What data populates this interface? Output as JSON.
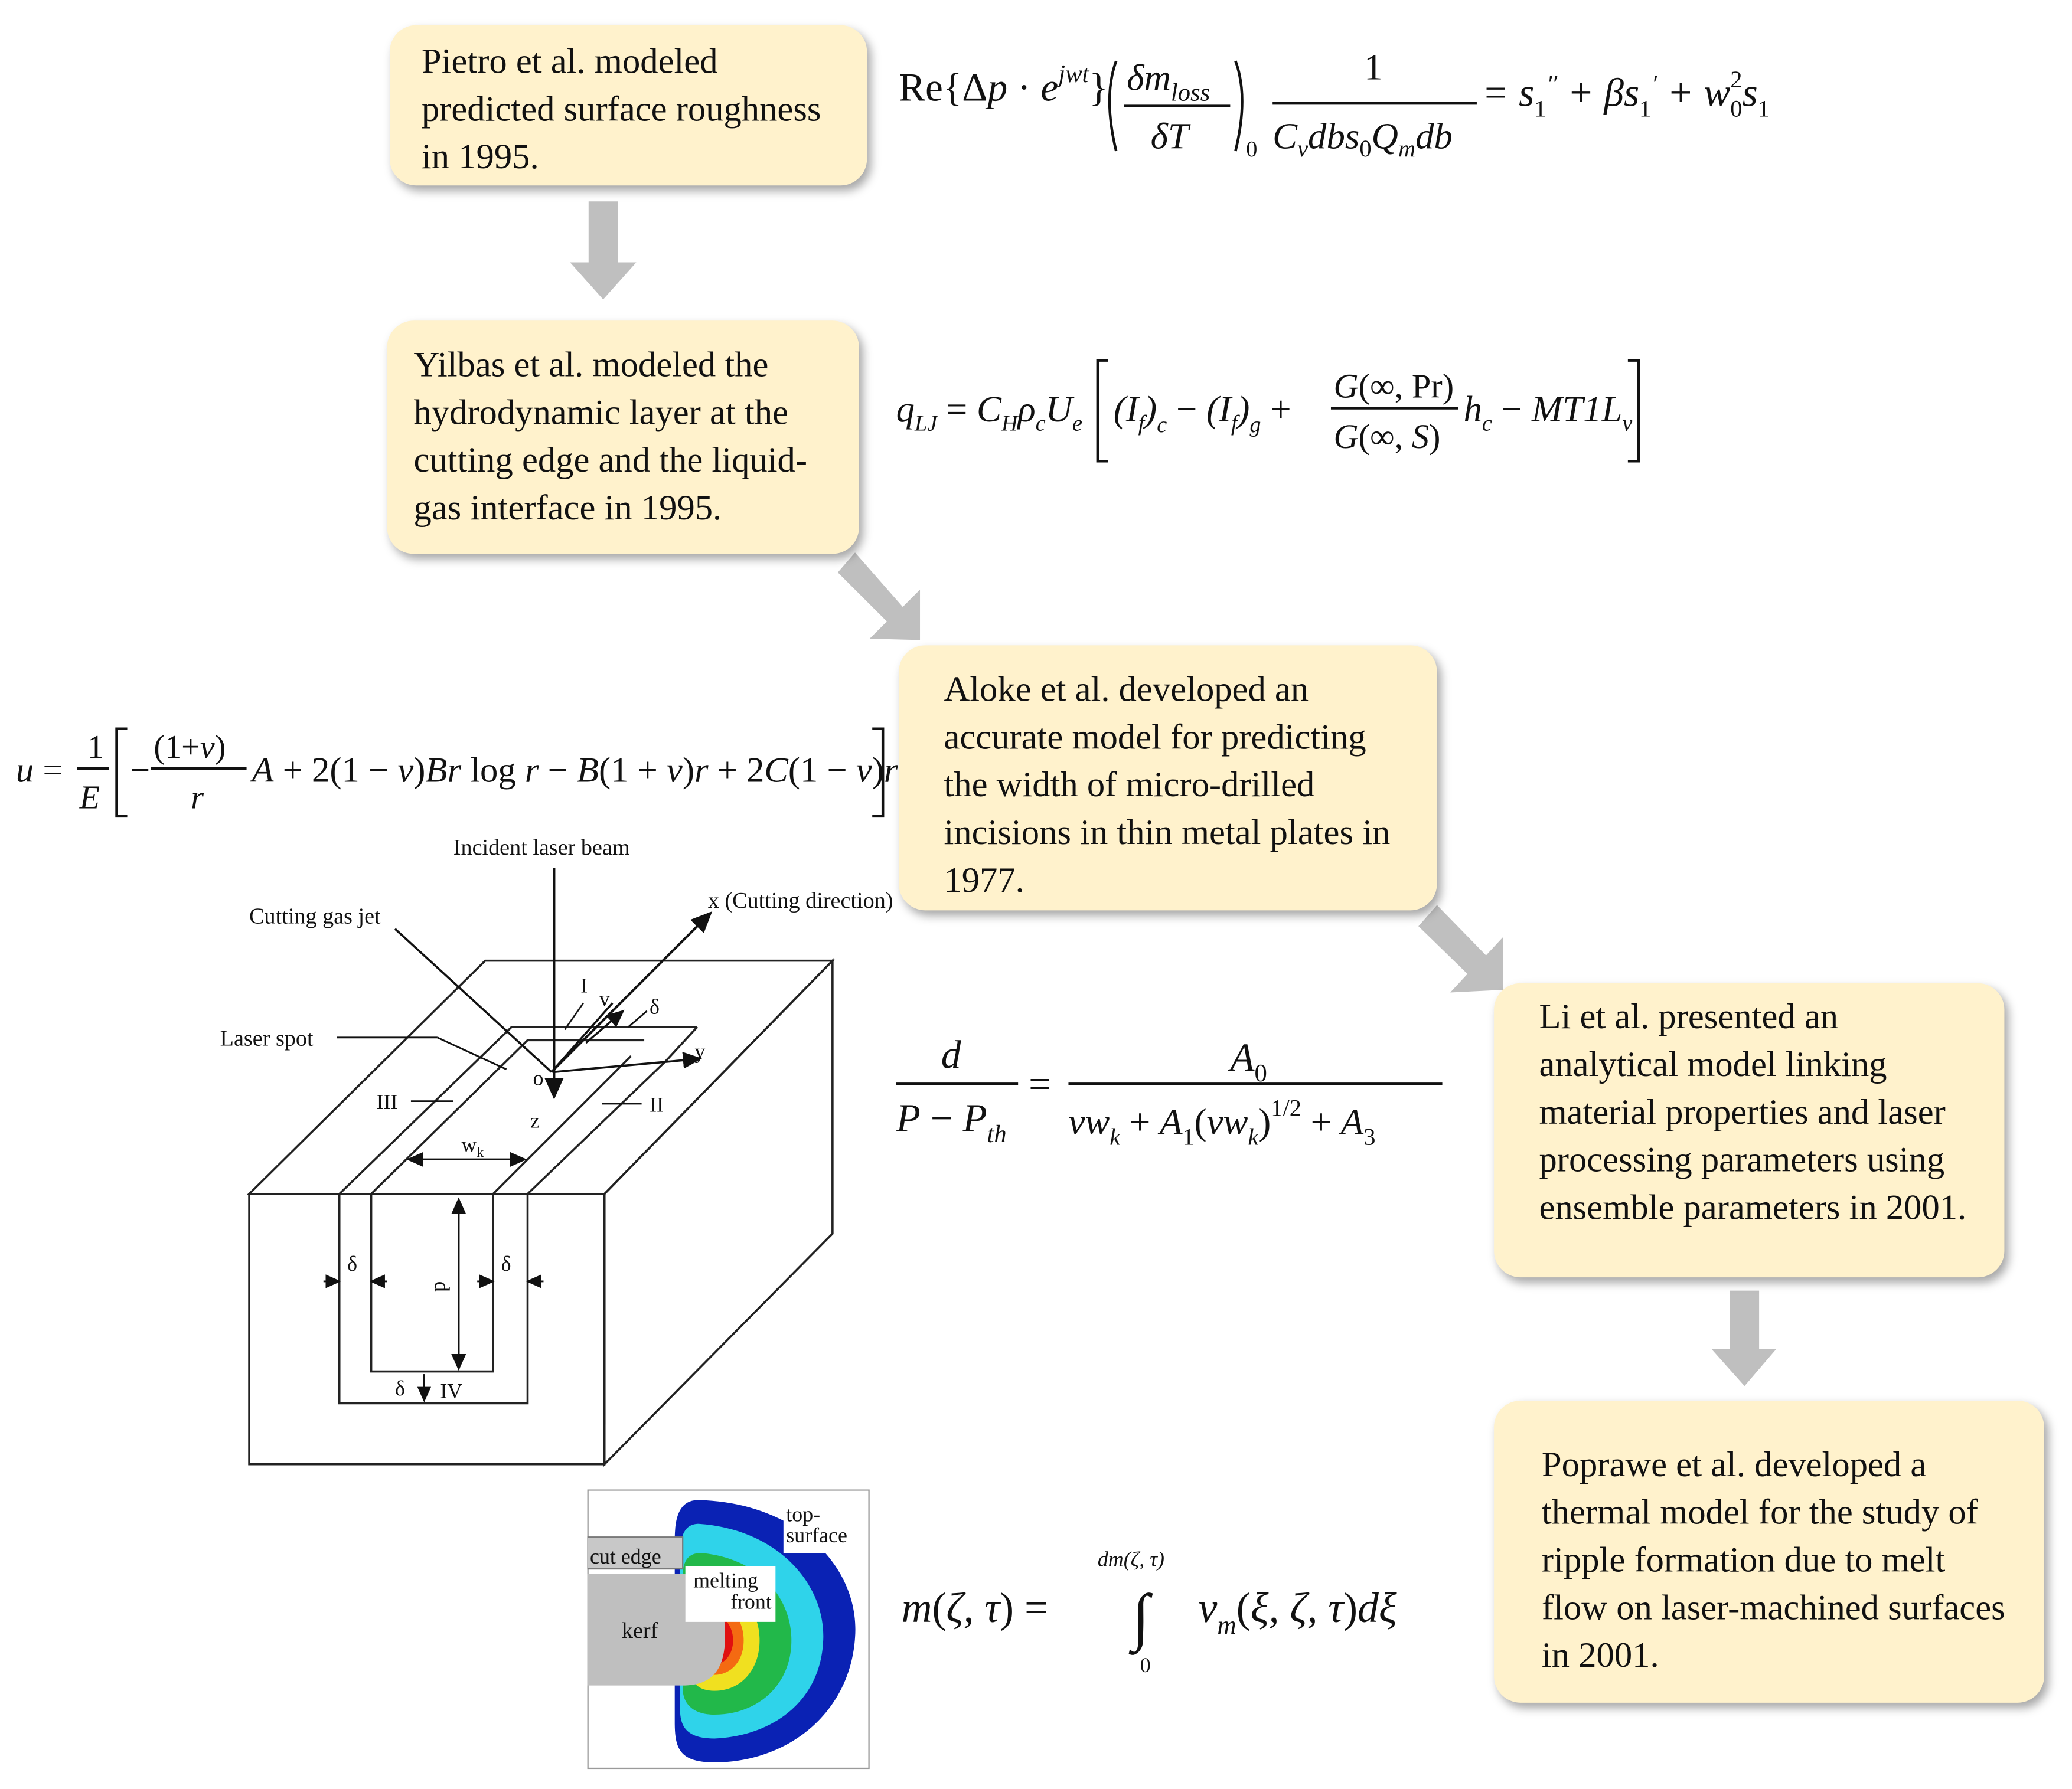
{
  "timeline": {
    "step1": {
      "text": "Pietro et al. modeled predicted surface roughness in 1995."
    },
    "step2": {
      "text": "Yilbas et al. modeled the hydrodynamic  layer at the cutting edge and the liquid-gas interface in 1995."
    },
    "step3": {
      "text": "Aloke et al. developed an accurate model for predicting the width of micro-drilled incisions in thin metal plates in 1977."
    },
    "step4": {
      "text": "Li et al. presented an analytical model linking material properties and laser processing parameters using ensemble parameters in 2001."
    },
    "step5": {
      "text": "Poprawe et al. developed a thermal model for the study of ripple formation due to melt flow on laser-machined surfaces in 2001."
    }
  },
  "schematic": {
    "incident_beam": "Incident laser beam",
    "gas_jet": "Cutting gas jet",
    "cut_direction": "x (Cutting direction)",
    "laser_spot": "Laser spot",
    "region_1": "I",
    "region_2": "II",
    "region_3": "III",
    "region_4": "IV",
    "axis_v": "v",
    "axis_y": "y",
    "axis_z": "z",
    "origin": "o",
    "delta": "δ",
    "kerf_width": "w",
    "kerf_width_sub": "k",
    "depth": "d"
  },
  "simulation": {
    "cut_edge": "cut edge",
    "top_surface_1": "top-",
    "top_surface_2": "surface",
    "melting_1": "melting",
    "melting_2": "front",
    "kerf": "kerf"
  },
  "colors": {
    "box_fill": "#fff2cc",
    "arrow": "#bfbfbf"
  }
}
